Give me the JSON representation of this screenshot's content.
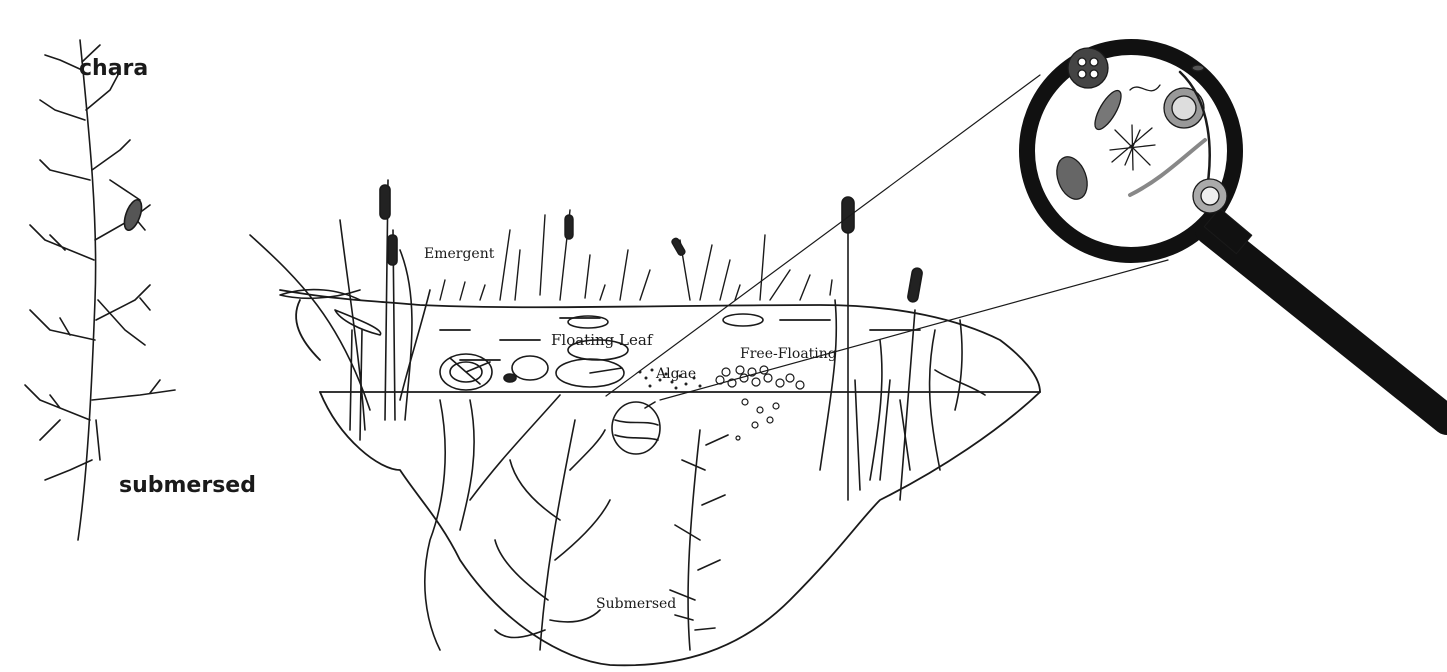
{
  "labels": {
    "chara": "chara",
    "submersed_side": "submersed",
    "emergent": "Emergent",
    "floating_leaf": "Floating Leaf",
    "algae": "Algae",
    "free_floating": "Free-Floating",
    "submersed_pond": "Submersed"
  },
  "icons": {
    "magnifier": "magnifying-glass-icon",
    "chara_plant": "chara-plant-icon",
    "cattail": "cattail-icon",
    "lily_pad": "lily-pad-icon"
  }
}
